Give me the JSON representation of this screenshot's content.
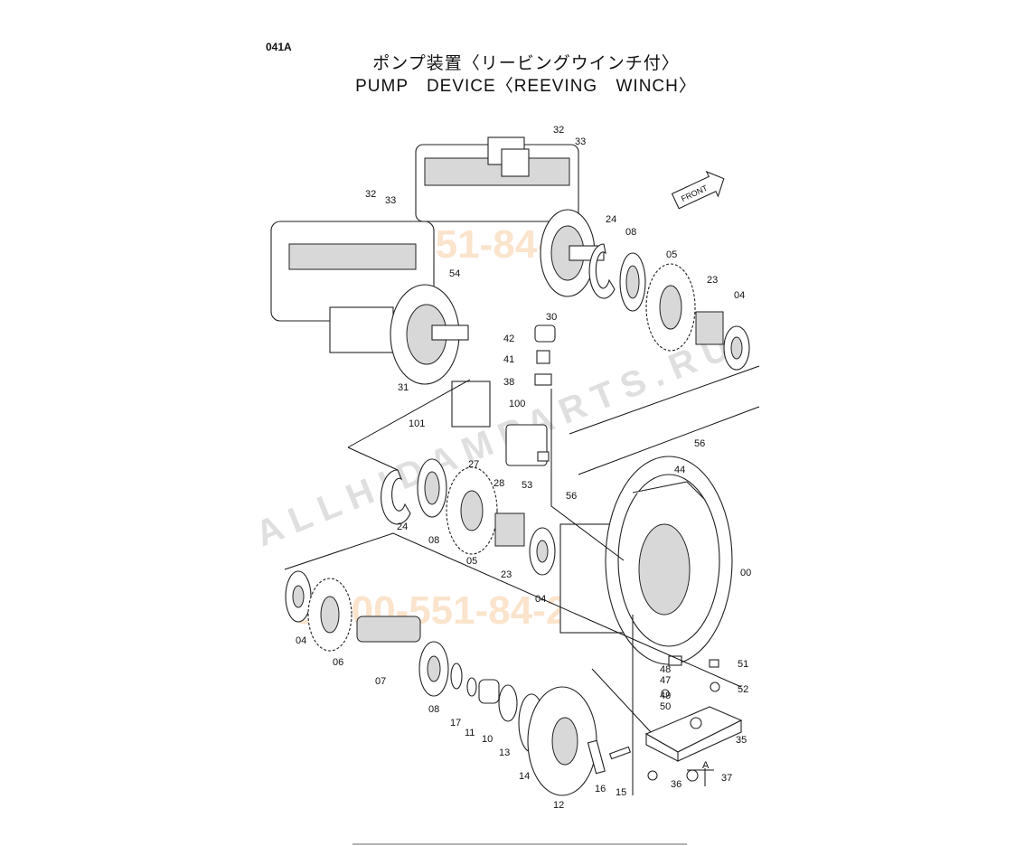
{
  "header": {
    "page_code": "041A",
    "title_jp": "ポンプ装置〈リービングウインチ付〉",
    "title_en": "PUMP DEVICE〈REEVING WINCH〉"
  },
  "front_marker": "FRONT",
  "detail_marker": "A",
  "watermarks": {
    "phone": "8-800-551-84-22",
    "site": "ALLHIDAMPARTS.RU"
  },
  "part_labels": [
    "32",
    "33",
    "32",
    "33",
    "24",
    "08",
    "05",
    "23",
    "04",
    "54",
    "30",
    "31",
    "42",
    "41",
    "38",
    "100",
    "101",
    "56",
    "44",
    "27",
    "28",
    "53",
    "56",
    "24",
    "08",
    "05",
    "23",
    "04",
    "00",
    "04",
    "06",
    "07",
    "08",
    "17",
    "11",
    "10",
    "13",
    "14",
    "12",
    "16",
    "15",
    "48",
    "47",
    "49",
    "50",
    "51",
    "52",
    "35",
    "37",
    "36"
  ]
}
